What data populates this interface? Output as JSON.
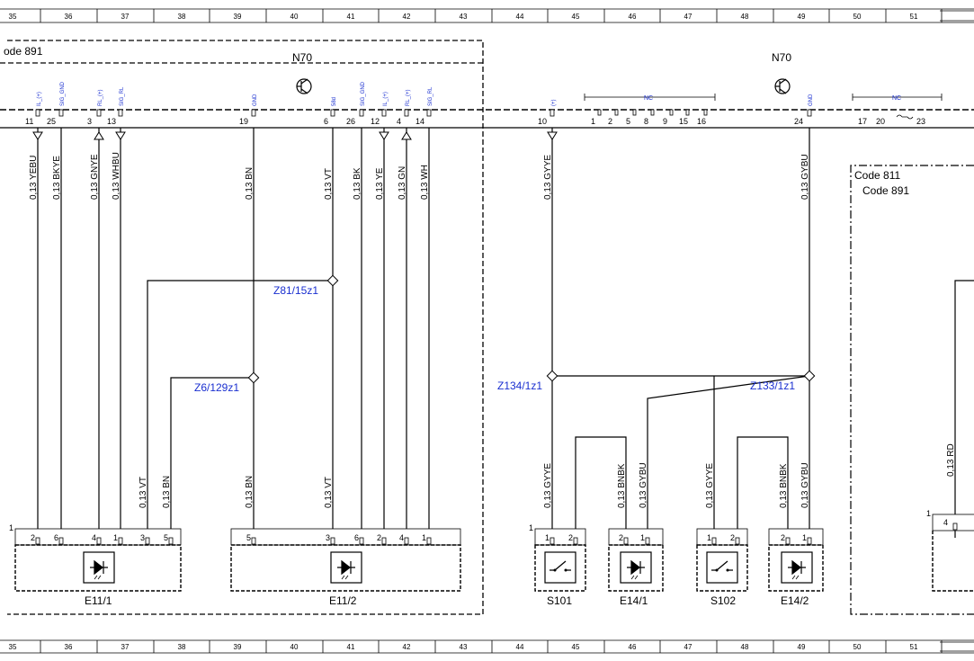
{
  "grid": {
    "columns": [
      "35",
      "36",
      "37",
      "38",
      "39",
      "40",
      "41",
      "42",
      "43",
      "44",
      "45",
      "46",
      "47",
      "48",
      "49",
      "50",
      "51"
    ]
  },
  "frames": {
    "left_code": "ode 891",
    "right_code_1": "Code 811",
    "right_code_2": "Code 891"
  },
  "modules": [
    {
      "label": "N70"
    },
    {
      "label": "N70"
    }
  ],
  "connectors_n70_left": [
    {
      "pin": "11",
      "signal": "IL_(+)",
      "wire": "0,13 YEBU"
    },
    {
      "pin": "25",
      "signal": "SIG_GND",
      "wire": "0,13 BKYE"
    },
    {
      "pin": "3",
      "signal": "RL_(+)",
      "wire": "0,13 GNYE"
    },
    {
      "pin": "13",
      "signal": "SIG_RL",
      "wire": "0,13 WHBU"
    },
    {
      "pin": "19",
      "signal": "GND",
      "wire": "0,13 BN"
    },
    {
      "pin": "6",
      "signal": "58d",
      "wire": "0,13 VT"
    },
    {
      "pin": "26",
      "signal": "SIG_GND",
      "wire": "0,13 BK"
    },
    {
      "pin": "12",
      "signal": "IL_(+)",
      "wire": "0,13 YE"
    },
    {
      "pin": "4",
      "signal": "RL_(+)",
      "wire": "0,13 GN"
    },
    {
      "pin": "14",
      "signal": "SIG_RL",
      "wire": "0,13 WH"
    }
  ],
  "connectors_n70_right": [
    {
      "pin": "10",
      "signal": "(+)",
      "wire": "0,13 GYYE"
    },
    {
      "pin": "24",
      "signal": "GND",
      "wire": "0,13 GYBU"
    }
  ],
  "nc_groups": {
    "label": "NC",
    "group1_pins": [
      "1",
      "2",
      "5",
      "8",
      "9",
      "15",
      "16"
    ],
    "group2_pins": [
      "17",
      "20",
      "23"
    ]
  },
  "splices": [
    {
      "label": "Z81/15z1"
    },
    {
      "label": "Z6/129z1"
    },
    {
      "label": "Z134/1z1"
    },
    {
      "label": "Z133/1z1"
    }
  ],
  "lower_wires": {
    "e111_vt": "0,13 VT",
    "e111_bn": "0,13 BN",
    "e112_bn": "0,13 BN",
    "e112_vt": "0,13 VT",
    "s101_gyye": "0,13 GYYE",
    "e141_bnbk": "0,13 BNBK",
    "e141_gybu": "0,13 GYBU",
    "s102_gyye": "0,13 GYYE",
    "e142_bnbk": "0,13 BNBK",
    "e142_gybu": "0,13 GYBU",
    "right_rd": "0,13 RD"
  },
  "components": [
    {
      "label": "E11/1",
      "pins": [
        "2",
        "6",
        "4",
        "1",
        "3",
        "5"
      ],
      "index": "1"
    },
    {
      "label": "E11/2",
      "pins": [
        "5",
        "3",
        "6",
        "2",
        "4",
        "1"
      ]
    },
    {
      "label": "S101",
      "pins": [
        "1",
        "2"
      ],
      "index": "1"
    },
    {
      "label": "E14/1",
      "pins": [
        "2",
        "1"
      ]
    },
    {
      "label": "S102",
      "pins": [
        "1",
        "2"
      ]
    },
    {
      "label": "E14/2",
      "pins": [
        "2",
        "1"
      ]
    }
  ],
  "right_partial": {
    "index": "1",
    "pin": "4"
  }
}
